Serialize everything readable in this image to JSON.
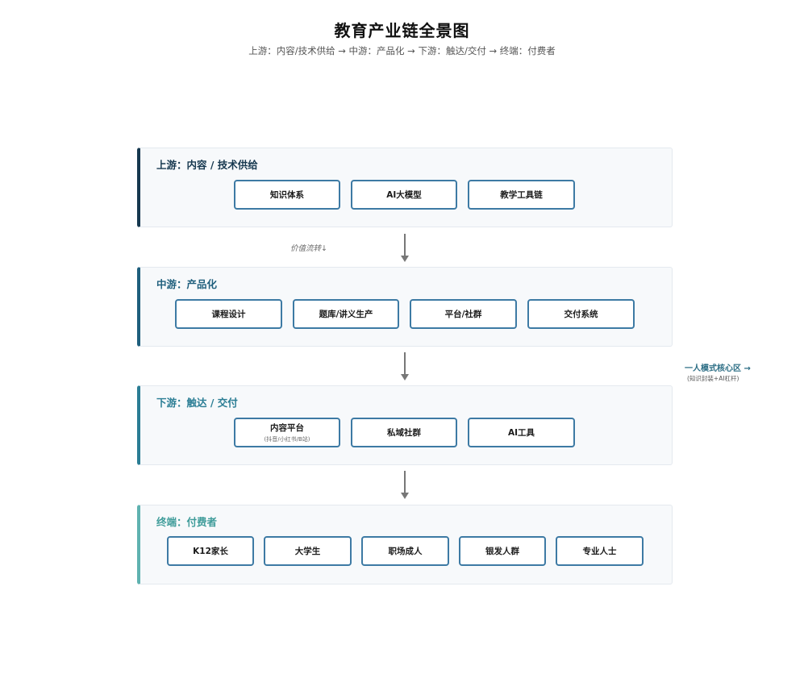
{
  "title": "教育产业链全景图",
  "subtitle": "上游：内容/技术供给 → 中游：产品化 → 下游：触达/交付 → 终端：付费者",
  "colors": {
    "layer_accents": [
      "#16384f",
      "#1f5f7d",
      "#2a7d94",
      "#5fb2b0"
    ],
    "box_border": "#3d7aa4",
    "arrow": "#777777"
  },
  "layers": [
    {
      "title": "上游：内容 / 技术供给",
      "boxes": [
        {
          "label": "知识体系"
        },
        {
          "label": "AI大模型"
        },
        {
          "label": "教学工具链"
        }
      ]
    },
    {
      "title": "中游：产品化",
      "boxes": [
        {
          "label": "课程设计"
        },
        {
          "label": "题库/讲义生产"
        },
        {
          "label": "平台/社群"
        },
        {
          "label": "交付系统"
        }
      ]
    },
    {
      "title": "下游：触达 / 交付",
      "boxes": [
        {
          "label": "内容平台",
          "sub": "(抖音/小红书/B站)"
        },
        {
          "label": "私域社群"
        },
        {
          "label": "AI工具"
        }
      ]
    },
    {
      "title": "终端：付费者",
      "boxes": [
        {
          "label": "K12家长"
        },
        {
          "label": "大学生"
        },
        {
          "label": "职场成人"
        },
        {
          "label": "银发人群"
        },
        {
          "label": "专业人士"
        }
      ]
    }
  ],
  "flow_label": "价值流转↓",
  "core_zone": {
    "title": "一人模式核心区 →",
    "subtitle": "(知识封装+AI杠杆)"
  }
}
